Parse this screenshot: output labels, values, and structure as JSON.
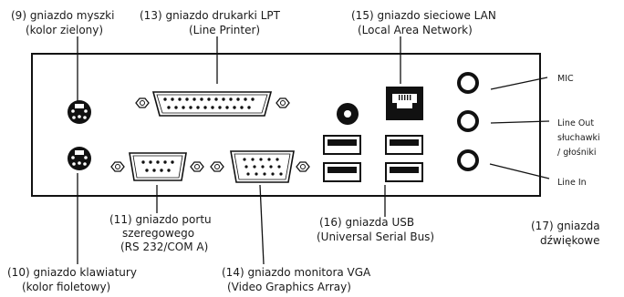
{
  "labels": {
    "mouse": {
      "line1": "(9) gniazdo myszki",
      "line2": "(kolor zielony)"
    },
    "printer": {
      "line1": "(13) gniazdo drukarki LPT",
      "line2": "(Line Printer)"
    },
    "lan": {
      "line1": "(15) gniazdo sieciowe LAN",
      "line2": "(Local Area Network)"
    },
    "mic": "MIC",
    "lineout": {
      "line1": "Line Out",
      "line2": "słuchawki",
      "line3": "/ głośniki"
    },
    "linein": "Line In",
    "serial": {
      "line1": "(11) gniazdo portu",
      "line2": "szeregowego",
      "line3": "(RS 232/COM A)"
    },
    "usb": {
      "line1": "(16) gniazda USB",
      "line2": "(Universal Serial Bus)"
    },
    "audio": {
      "line1": "(17) gniazda",
      "line2": "dźwiękowe"
    },
    "keyboard": {
      "line1": "(10) gniazdo klawiatury",
      "line2": "(kolor fioletowy)"
    },
    "vga": {
      "line1": "(14) gniazdo monitora VGA",
      "line2": "(Video Graphics Array)"
    }
  },
  "colors": {
    "ink": "#111111",
    "panel": "#ffffff"
  }
}
